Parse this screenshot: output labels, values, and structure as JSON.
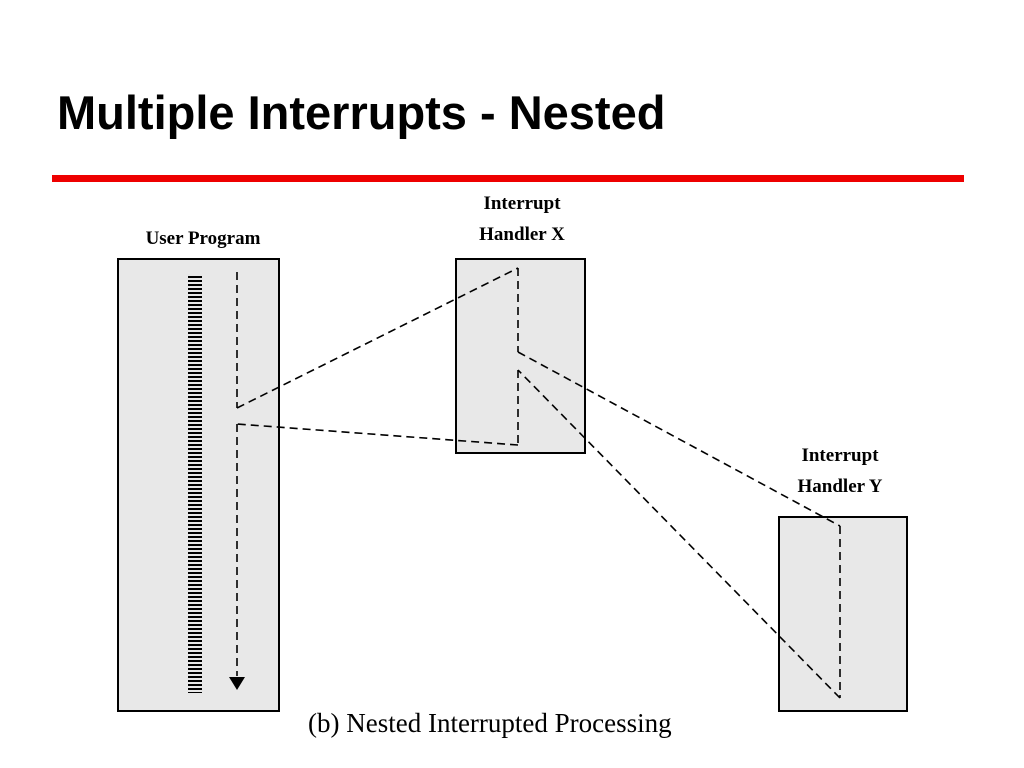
{
  "slide": {
    "title": "Multiple Interrupts - Nested",
    "accent_color": "#ee0000"
  },
  "diagram": {
    "user_program_label": "User Program",
    "handler_x_label_line1": "Interrupt",
    "handler_x_label_line2": "Handler X",
    "handler_y_label_line1": "Interrupt",
    "handler_y_label_line2": "Handler Y",
    "box_fill": "#e8e8e8",
    "caption": "(b) Nested Interrupted Processing"
  }
}
